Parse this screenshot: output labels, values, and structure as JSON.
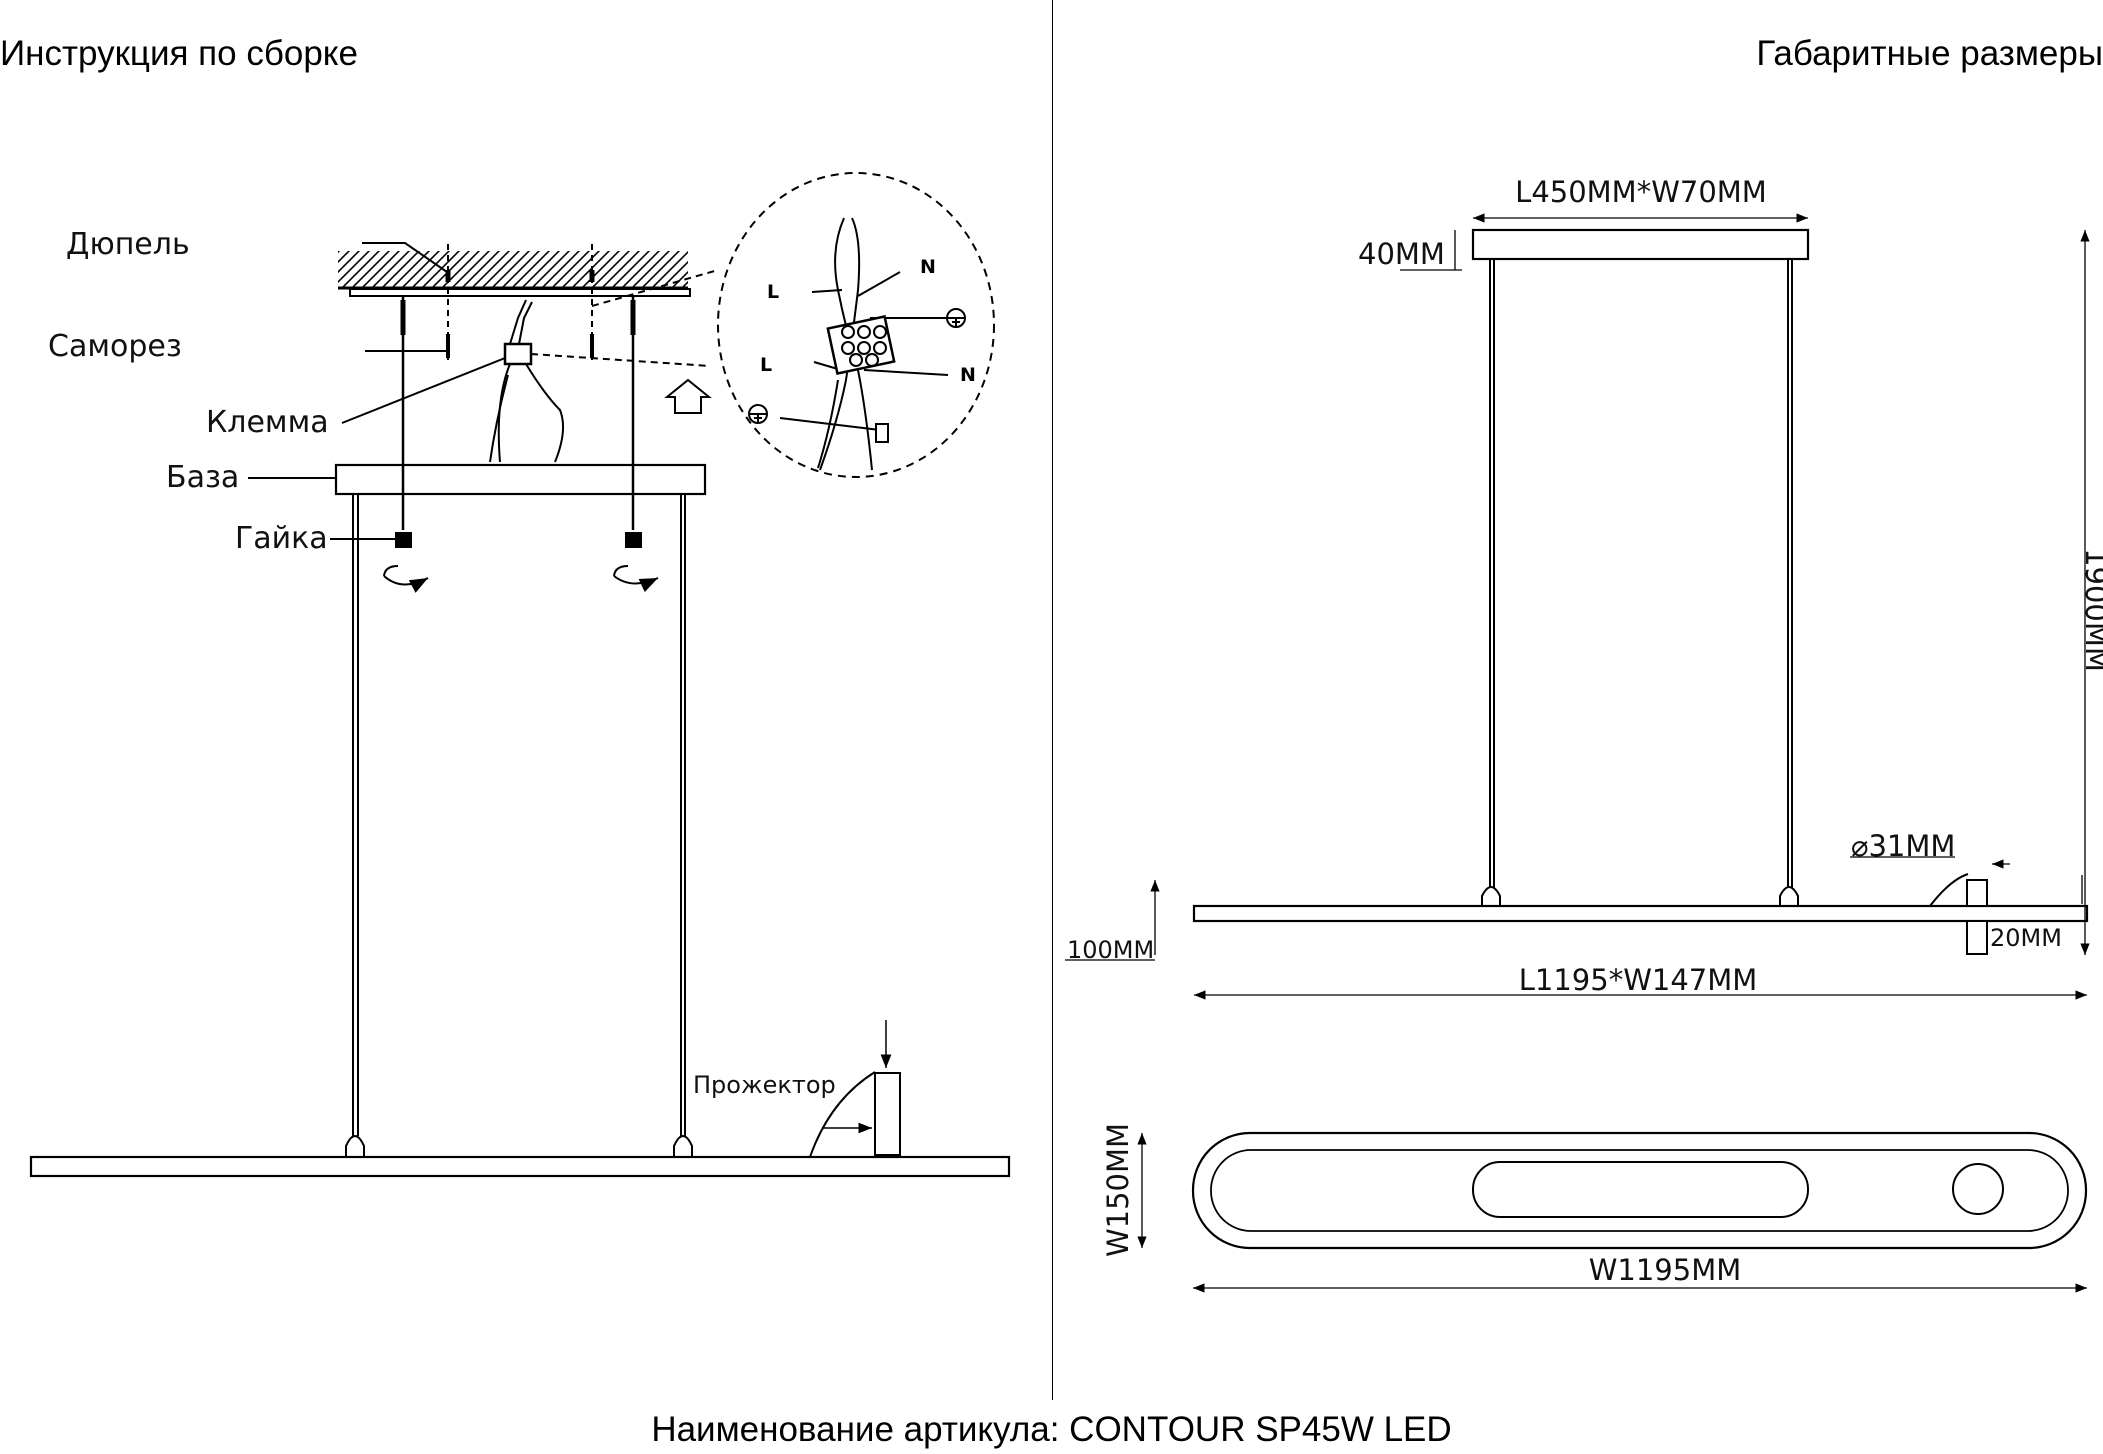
{
  "header": {
    "left_title": "Инструкция по сборке",
    "right_title": "Габаритные размеры"
  },
  "assembly": {
    "labels": {
      "dowel": "Дюпель",
      "screw": "Саморез",
      "terminal": "Клемма",
      "base": "База",
      "nut": "Гайка",
      "spotlight": "Прожектор"
    },
    "wiring": {
      "live": "L",
      "neutral": "N"
    }
  },
  "dimensions": {
    "canopy_size": "L450MM*W70MM",
    "canopy_height": "40MM",
    "suspension_length": "1900MM",
    "spotlight_diameter": "⌀31MM",
    "body_height": "100MM",
    "spotlight_height": "20MM",
    "body_size": "L1195*W147MM",
    "top_width": "W150MM",
    "top_length": "W1195MM"
  },
  "footer": {
    "article": "Наименование артикула: CONTOUR SP45W LED"
  }
}
